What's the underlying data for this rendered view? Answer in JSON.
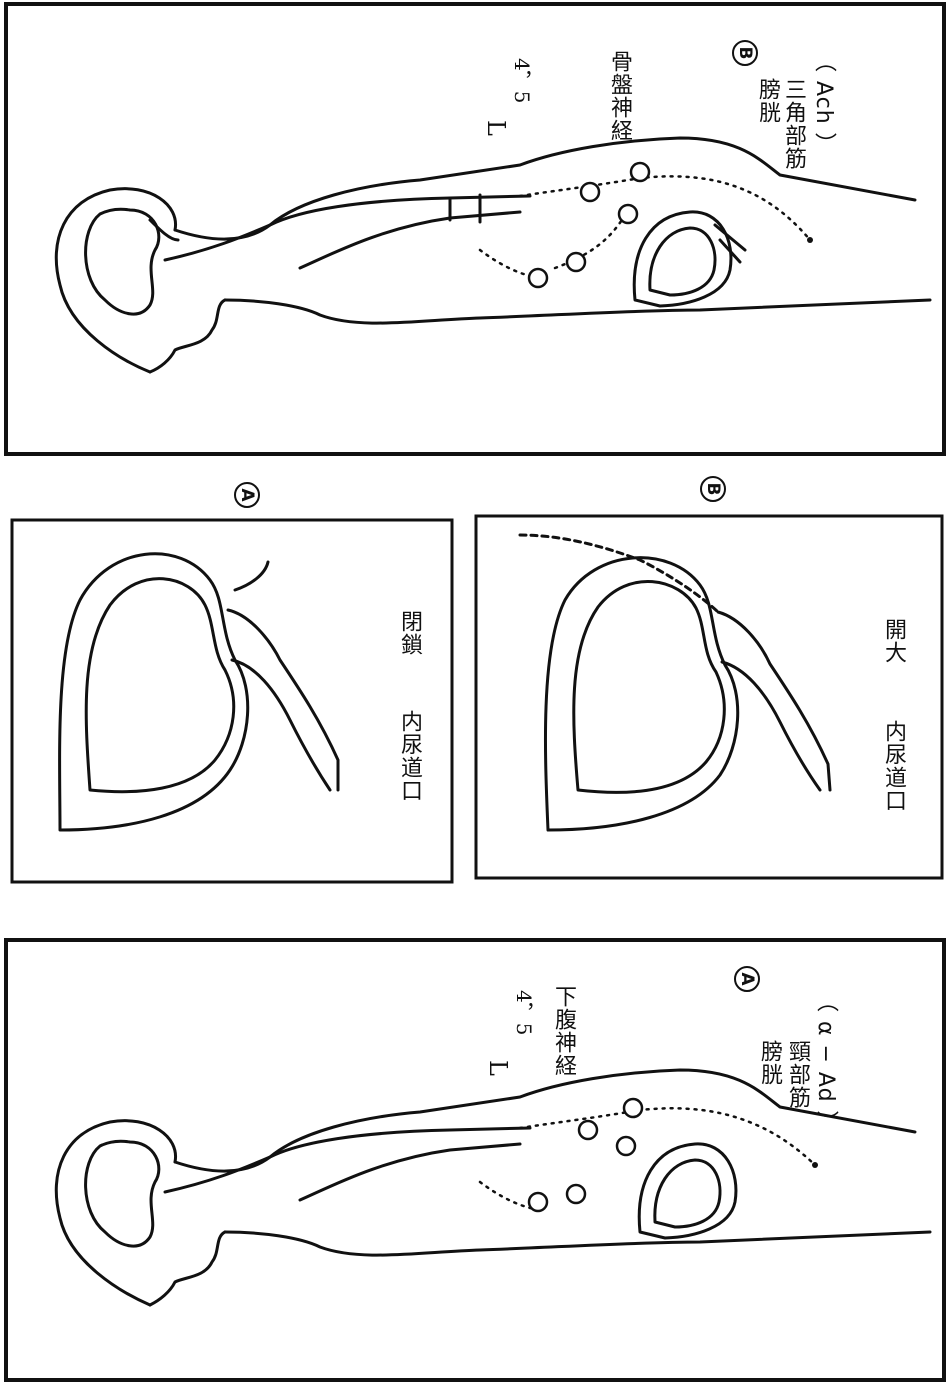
{
  "top_panel": {
    "spinal_label": "L",
    "spinal_sub": "4，5",
    "nerve_label": "骨盤神経",
    "marker": "B",
    "muscle_line1": "膀胱",
    "muscle_line2": "三角部筋",
    "muscle_line3": "（ Ach ）"
  },
  "middle_left": {
    "marker": "A",
    "caption_a": "内尿道口",
    "caption_b": "閉鎖"
  },
  "middle_right": {
    "marker": "B",
    "caption_a": "内尿道口",
    "caption_b": "開大"
  },
  "bottom_panel": {
    "spinal_label": "L",
    "spinal_sub": "4，5",
    "nerve_label": "下腹神経",
    "marker": "A",
    "muscle_line1": "膀胱",
    "muscle_line2": "頸部筋",
    "muscle_line3": "（ α − Ad ）"
  }
}
